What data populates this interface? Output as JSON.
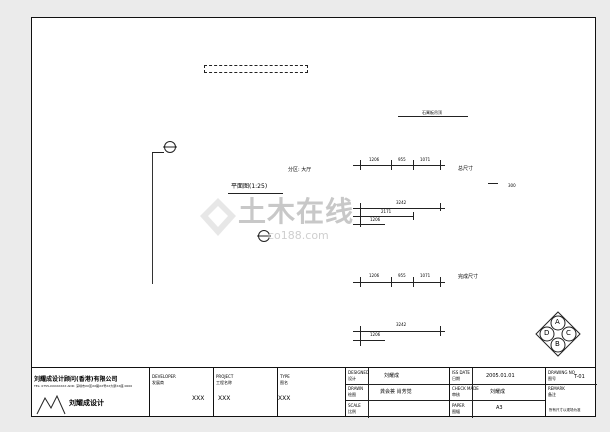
{
  "drawing": {
    "zone_label": "分区: 大厅",
    "plan_label": "平面图(1:25)",
    "note_top": "石膏板吊顶",
    "scale_mark": "300",
    "overall_dims_label": "总尺寸",
    "opening_dims_label": "完成尺寸",
    "dims_row1": [
      "1206",
      "955",
      "1071"
    ],
    "dims_row2_total": "3242",
    "dims_row2_mid": "2171",
    "dims_row2_small": "1206",
    "dims_row3": [
      "1206",
      "955",
      "1071"
    ],
    "dims_row4_total": "3242",
    "dims_row4_small": "1206"
  },
  "watermark": {
    "brand": "土木在线",
    "site": "co188.com"
  },
  "compass": {
    "letters": [
      "A",
      "B",
      "C",
      "D"
    ]
  },
  "title_block": {
    "company": "刘耀成设计顾问(香港)有限公司",
    "company_contact": "TEL: 0755-XXXXXXXX   ADD: 深圳市XX区XX路XX号XX大厦XX座 0000",
    "logo_text": "刘耀成设计",
    "developer_en": "DEVELOPER",
    "developer_cn": "发展商",
    "developer_value": "XXX",
    "project_en": "PROJECT",
    "project_cn": "工程名称",
    "project_value": "XXX",
    "type_en": "TYPE",
    "type_cn": "图名",
    "type_value": "XXX",
    "designed_en": "DESIGNED",
    "designed_cn": "设计",
    "designed_value": "刘耀成",
    "drawn_en": "DRAWN",
    "drawn_cn": "绘图",
    "drawn_value": "龚会荟  肖芳觉",
    "scale_en": "SCALE",
    "scale_cn": "比例",
    "issue_date_en": "ISS DATE",
    "issue_date_cn": "日期",
    "issue_date_value": "2005.01.01",
    "check_en": "CHECK MADE",
    "check_cn": "审核",
    "check_value": "刘耀成",
    "paper_en": "PAPER",
    "paper_cn": "图幅",
    "paper_value": "A3",
    "drawing_no_en": "DRAWING NO",
    "drawing_no_cn": "图号",
    "drawing_no_value": "T-01",
    "remark_en": "REMARK",
    "remark_cn": "备注",
    "remark_value": "所有尺寸以现场为准"
  }
}
